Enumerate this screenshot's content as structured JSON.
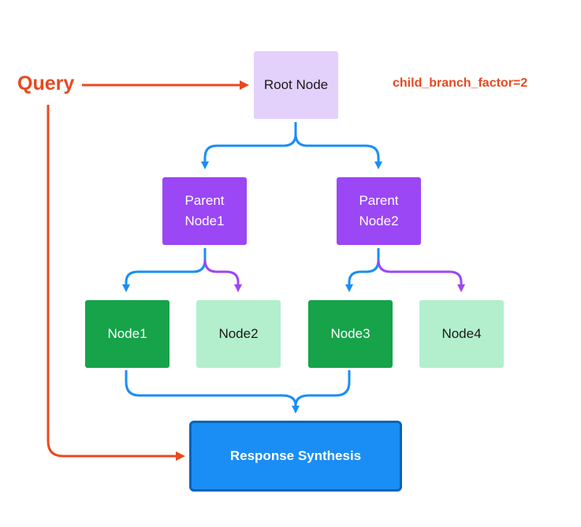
{
  "query_label": "Query",
  "branch_factor_label": "child_branch_factor=2",
  "nodes": {
    "root": "Root Node",
    "parent1": [
      "Parent",
      "Node1"
    ],
    "parent2": [
      "Parent",
      "Node2"
    ],
    "node1": "Node1",
    "node2": "Node2",
    "node3": "Node3",
    "node4": "Node4",
    "synthesis": "Response Synthesis"
  },
  "colors": {
    "query_accent": "#e8491f",
    "root_fill": "#e3d0fb",
    "parent_fill": "#9b47f5",
    "leaf_selected_fill": "#16a34a",
    "leaf_unselected_fill": "#b3efcd",
    "synthesis_fill": "#1a8ef5",
    "selected_edge": "#1a8ef5",
    "unselected_edge": "#9b47f5"
  }
}
